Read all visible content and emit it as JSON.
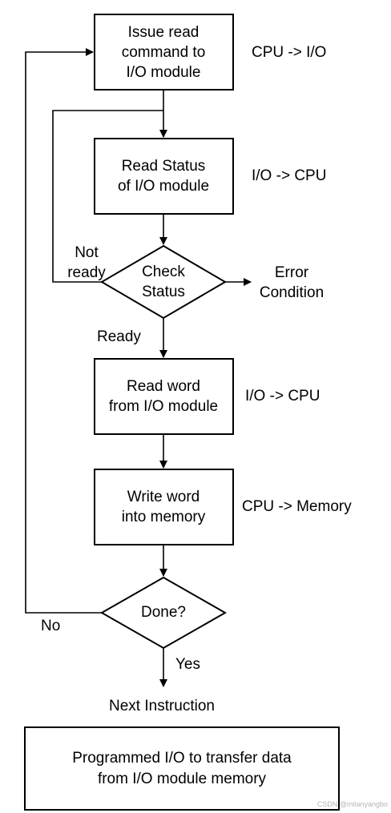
{
  "nodes": {
    "issue": {
      "lines": [
        "Issue read",
        "command to",
        "I/O module"
      ]
    },
    "read_status": {
      "lines": [
        "Read Status",
        "of I/O module"
      ]
    },
    "check": {
      "lines": [
        "Check",
        "Status"
      ]
    },
    "read_word": {
      "lines": [
        "Read word",
        "from I/O module"
      ]
    },
    "write_word": {
      "lines": [
        "Write word",
        "into memory"
      ]
    },
    "done": {
      "lines": [
        "Done?"
      ]
    }
  },
  "annotations": {
    "issue": "CPU -> I/O",
    "read_status": "I/O -> CPU",
    "read_word": "I/O -> CPU",
    "write_word": "CPU -> Memory"
  },
  "edges": {
    "not_ready": [
      "Not",
      "ready"
    ],
    "ready": "Ready",
    "error": [
      "Error",
      "Condition"
    ],
    "no": "No",
    "yes": "Yes"
  },
  "end": "Next Instruction",
  "caption": [
    "Programmed I/O to transfer data",
    "from I/O module memory"
  ],
  "watermark": "CSDN @milanyangbo"
}
